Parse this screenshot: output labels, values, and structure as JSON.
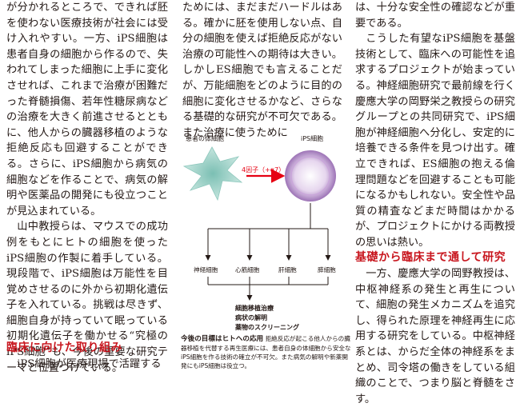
{
  "article": {
    "col_left": [
      "が分かれるところで、できれば胚を使わない医療技術が社会には受け入れやすい。一方、iPS細胞は患者自身の細胞から作るので、失われてしまった細胞に上手に変化させれば、これまで治療が困難だった脊髄損傷、若年性糖尿病などの治療を大きく前進させるとともに、他人からの臓器移植のような拒絶反応も回避することができる。さらに、iPS細胞から病気の細胞などを作ることで、病気の解明や医薬品の開発にも役立つことが見込まれている。",
      "山中教授らは、マウスでの成功例をもとにヒトの細胞を使ったiPS細胞の作製に着手している。現段階で、iPS細胞は万能性を目覚めさせるのに外から初期化遺伝子を入れている。挑戦は尽きず、細胞自身が持っていて眠っている初期化遺伝子を働かせる“究極のiPS細胞”も、今後の重要な研究テーマと位置づけている。"
    ],
    "heading_left": "臨床に向けた取り組み",
    "col_left_bottom": "iPS細胞が医療現場で活躍する",
    "col_mid_top": "ためには、まだまだハードルはある。確かに胚を使用しない点、自分の細胞を使えば拒絶反応がない治療の可能性への期待は大きい。しかしES細胞でも言えることだが、万能細胞をどのように目的の細胞に変化させるかなど、さらなる基礎的な研究が不可欠である。また治療に使うために",
    "col_right": [
      "は、十分な安全性の確認などが重要である。",
      "こうした有望なiPS細胞を基盤技術として、臨床への可能性を追求するプロジェクトが始まっている。神経細胞研究で最前線を行く慶應大学の岡野栄之教授らの研究グループとの共同研究で、iPS細胞が神経細胞へ分化し、安定的に培養できる条件を見つけ出す。確立できれば、ES細胞の抱える倫理問題などを回避することも可能になるかもしれない。安全性や品質の精査などまだ時間はかかるが、プロジェクトにかける両教授の思いは熱い。"
    ],
    "heading_right": "基礎から臨床まで通して研究",
    "col_right_bottom": "一方、慶應大学の岡野教授は、中枢神経系の発生と再生について、細胞の発生メカニズムを追究し、得られた原理を神経再生に応用する研究をしている。中枢神経系とは、からだ全体の神経系をまとめ、司令塔の働きをしている組織のことで、つまり脳と脊髄をさす。"
  },
  "diagram": {
    "patient_cell_label": "患者の体細胞",
    "ips_cell_label": "iPS細胞",
    "factor_label": "4因子（+α7）",
    "targets": [
      "神経細胞",
      "心筋細胞",
      "肝細胞",
      "膵細胞"
    ],
    "applications": [
      "細胞移植治療",
      "病状の解明",
      "薬物のスクリーニング"
    ],
    "caption_title": "今後の目標はヒトへの応用",
    "caption_body": "拒絶反応が起こる他人からの臓器移植を代替する再生医療には、患者自身の体細胞から安全なiPS細胞を作る技術の確立が不可欠。また病気の解明や新薬開発にもiPS細胞は役立つ。"
  },
  "colors": {
    "heading": "#c8161e",
    "patient_cell": "#a8d8cf",
    "ips_cell": "#9b6fb5",
    "arrow": "#e60012"
  }
}
